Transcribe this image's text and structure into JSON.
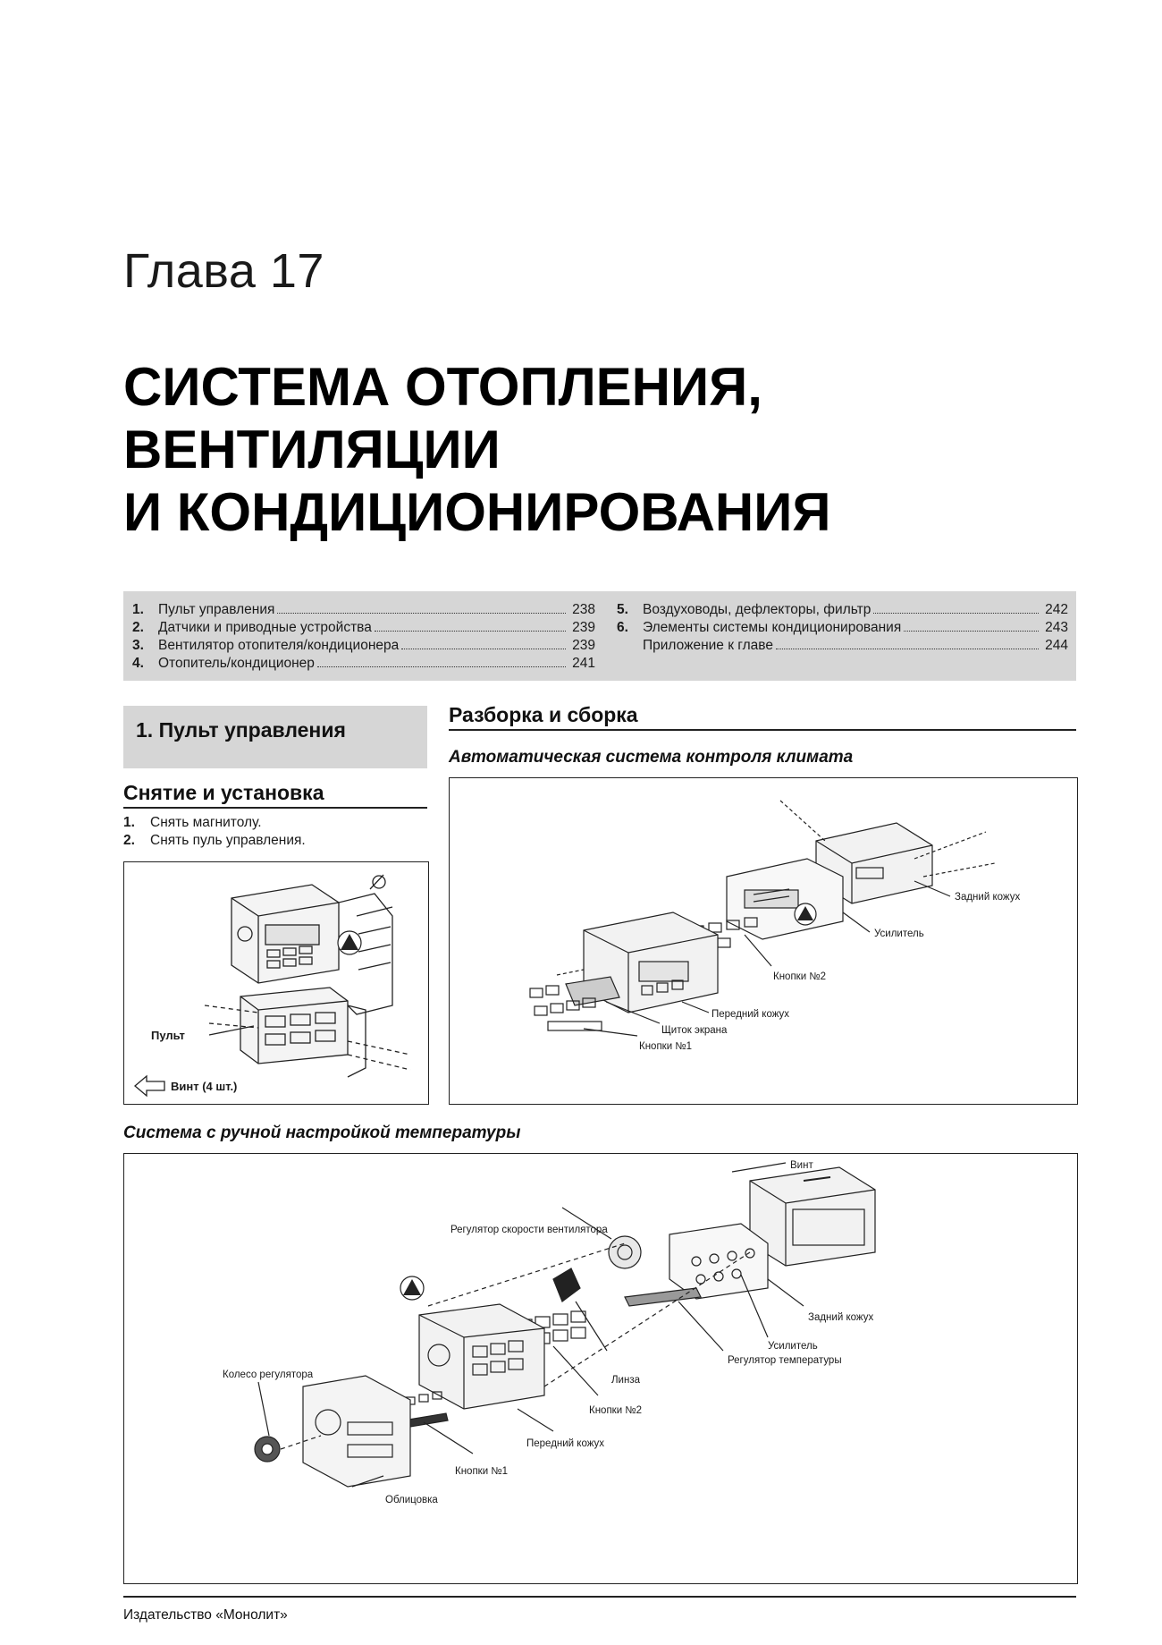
{
  "chapter": {
    "label": "Глава 17",
    "title_lines": [
      "СИСТЕМА ОТОПЛЕНИЯ,",
      "ВЕНТИЛЯЦИИ",
      "И КОНДИЦИОНИРОВАНИЯ"
    ]
  },
  "toc": {
    "left": [
      {
        "num": "1.",
        "title": "Пульт управления",
        "page": "238"
      },
      {
        "num": "2.",
        "title": "Датчики и приводные устройства",
        "page": "239"
      },
      {
        "num": "3.",
        "title": "Вентилятор отопителя/кондиционера",
        "page": "239"
      },
      {
        "num": "4.",
        "title": "Отопитель/кондиционер",
        "page": "241"
      }
    ],
    "right": [
      {
        "num": "5.",
        "title": "Воздуховоды, дефлекторы, фильтр",
        "page": "242"
      },
      {
        "num": "6.",
        "title": "Элементы системы кондиционирования",
        "page": "243"
      },
      {
        "num": "",
        "title": "Приложение к главе",
        "page": "244"
      }
    ]
  },
  "section1": {
    "title": "1. Пульт управления",
    "removal_heading": "Снятие и установка",
    "steps": [
      {
        "num": "1.",
        "text": "Снять магнитолу."
      },
      {
        "num": "2.",
        "text": "Снять пуль управления."
      }
    ],
    "figure_labels": {
      "console": "Пульт",
      "screw": "Винт (4 шт.)"
    }
  },
  "disassembly": {
    "heading": "Разборка и сборка",
    "auto_caption": "Автоматическая система контроля климата",
    "auto_labels": {
      "rear_cover": "Задний кожух",
      "amplifier": "Усилитель",
      "buttons2": "Кнопки №2",
      "front_cover": "Передний кожух",
      "screen_shield": "Щиток экрана",
      "buttons1": "Кнопки №1"
    },
    "manual_caption": "Система с ручной настройкой температуры",
    "manual_labels": {
      "screw": "Винт",
      "fan_speed": "Регулятор скорости вентилятора",
      "rear_cover": "Задний кожух",
      "amplifier": "Усилитель",
      "temp_regulator": "Регулятор температуры",
      "lens": "Линза",
      "buttons2": "Кнопки №2",
      "wheel": "Колесо регулятора",
      "front_cover": "Передний кожух",
      "buttons1": "Кнопки №1",
      "facing": "Облицовка"
    }
  },
  "footer": {
    "publisher": "Издательство «Монолит»"
  },
  "icons": {
    "warning": "warning-triangle-icon",
    "arrow": "arrow-left-icon"
  }
}
